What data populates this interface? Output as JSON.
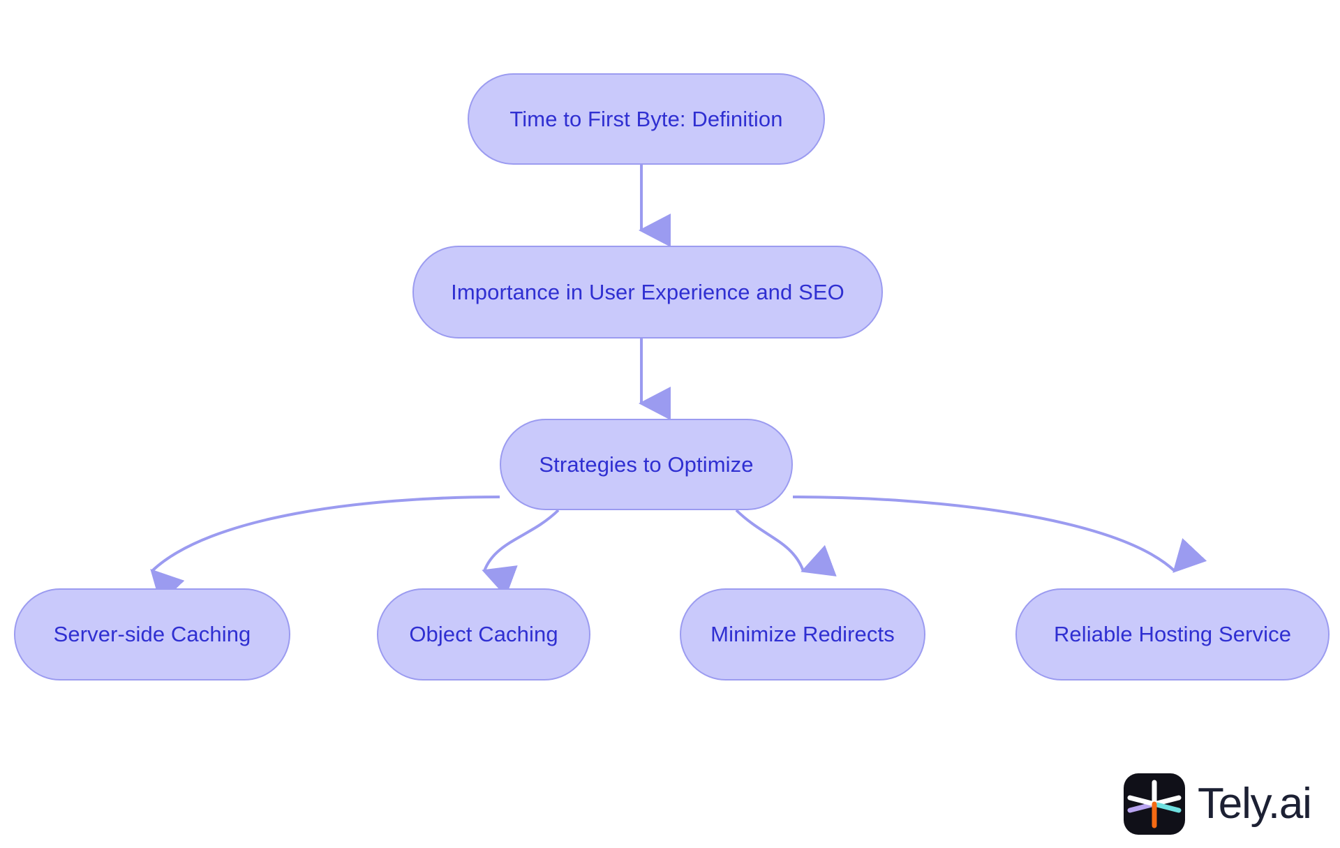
{
  "diagram": {
    "type": "flowchart",
    "orientation": "top-down",
    "background_color": "#ffffff",
    "node_fill_color": "#c9c9fb",
    "node_border_color": "#9b9bf0",
    "node_text_color": "#2f2fd1",
    "edge_color": "#9b9bf0",
    "nodes": [
      {
        "id": "definition",
        "label": "Time to First Byte: Definition"
      },
      {
        "id": "importance",
        "label": "Importance in User Experience and SEO"
      },
      {
        "id": "strategies",
        "label": "Strategies to Optimize"
      },
      {
        "id": "server_cache",
        "label": "Server-side Caching"
      },
      {
        "id": "object_cache",
        "label": "Object Caching"
      },
      {
        "id": "redirects",
        "label": "Minimize Redirects"
      },
      {
        "id": "hosting",
        "label": "Reliable Hosting Service"
      }
    ],
    "edges": [
      {
        "from": "definition",
        "to": "importance"
      },
      {
        "from": "importance",
        "to": "strategies"
      },
      {
        "from": "strategies",
        "to": "server_cache"
      },
      {
        "from": "strategies",
        "to": "object_cache"
      },
      {
        "from": "strategies",
        "to": "redirects"
      },
      {
        "from": "strategies",
        "to": "hosting"
      }
    ]
  },
  "brand": {
    "wordmark": "Tely.ai",
    "mark_background_color": "#101018",
    "mark_stroke_colors": [
      "#ffffff",
      "#b9a4f0",
      "#f56a13",
      "#6fe0e0"
    ],
    "wordmark_color": "#1c2033"
  }
}
